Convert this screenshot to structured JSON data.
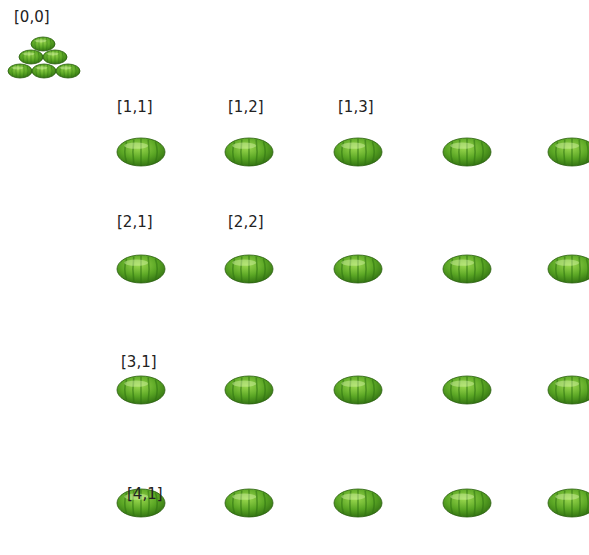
{
  "diagram": {
    "labels": [
      "[0,0]",
      "[1,1]",
      "[1,2]",
      "[1,3]",
      "[2,1]",
      "[2,2]",
      "[3,1]",
      "[4,1]"
    ]
  }
}
